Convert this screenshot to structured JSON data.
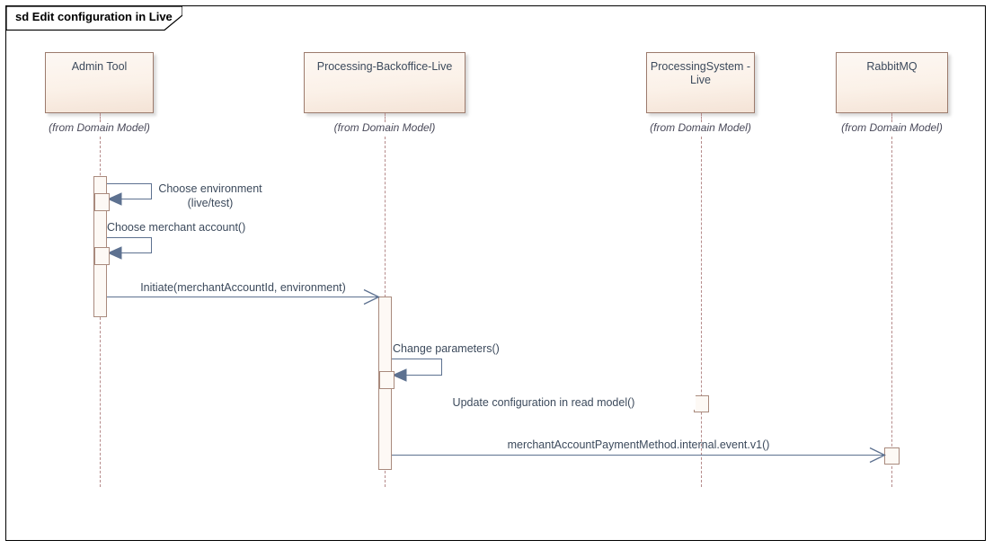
{
  "diagram": {
    "kind": "uml-sequence-diagram",
    "frame_label": "sd Edit configuration in Live",
    "background_color": "#ffffff",
    "frame_border_color": "#000000",
    "lifeline_box_border_color": "#9c7b6d",
    "lifeline_box_fill_color": "#fbf1e8",
    "lifeline_dash_color": "#b58a8a",
    "message_line_color": "#5d7190",
    "message_text_color": "#3c4a5c",
    "activation_border_color": "#a98a7d",
    "activation_fill_color": "#fdf9f5"
  },
  "lifelines": [
    {
      "id": "admin-tool",
      "name": "Admin Tool",
      "stereotype": "(from Domain Model)"
    },
    {
      "id": "processing-backoffice-live",
      "name": "Processing-Backoffice-Live",
      "stereotype": "(from Domain Model)"
    },
    {
      "id": "processing-system-live",
      "name": "ProcessingSystem -\nLive",
      "stereotype": "(from Domain Model)"
    },
    {
      "id": "rabbitmq",
      "name": "RabbitMQ",
      "stereotype": "(from Domain Model)"
    }
  ],
  "messages": [
    {
      "id": "m1",
      "label": "Choose environment\n(live/test)",
      "from": "admin-tool",
      "to": "admin-tool",
      "kind": "self-call"
    },
    {
      "id": "m2",
      "label": "Choose merchant account()",
      "from": "admin-tool",
      "to": "admin-tool",
      "kind": "self-call"
    },
    {
      "id": "m3",
      "label": "Initiate(merchantAccountId, environment)",
      "from": "admin-tool",
      "to": "processing-backoffice-live",
      "kind": "call"
    },
    {
      "id": "m4",
      "label": "Change parameters()",
      "from": "processing-backoffice-live",
      "to": "processing-backoffice-live",
      "kind": "self-call"
    },
    {
      "id": "m5",
      "label": "Update configuration in read model()",
      "from": "processing-backoffice-live",
      "to": "processing-system-live",
      "kind": "call"
    },
    {
      "id": "m6",
      "label": "merchantAccountPaymentMethod.internal.event.v1()",
      "from": "processing-backoffice-live",
      "to": "rabbitmq",
      "kind": "call"
    }
  ]
}
